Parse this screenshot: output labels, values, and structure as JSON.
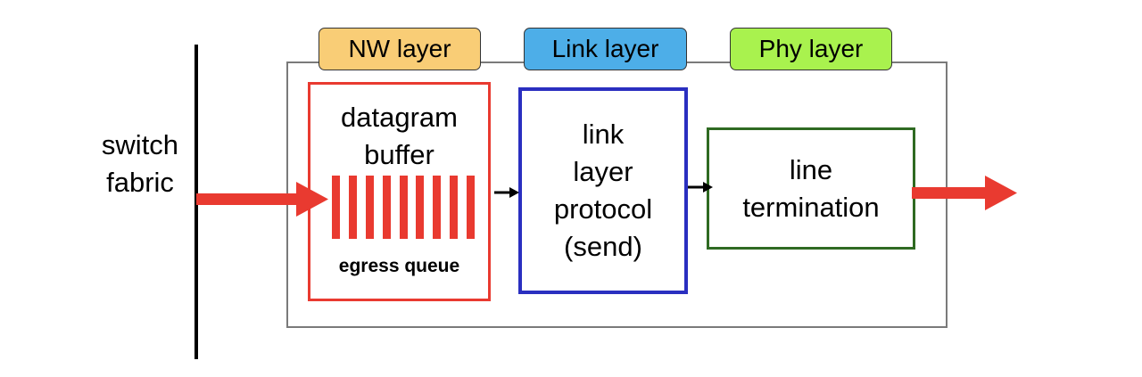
{
  "fabric": {
    "label_line1": "switch",
    "label_line2": "fabric"
  },
  "layers": {
    "nw": {
      "label": "NW layer",
      "color": "#f9cd76"
    },
    "link": {
      "label": "Link layer",
      "color": "#4daee8"
    },
    "phy": {
      "label": "Phy layer",
      "color": "#a9f24e"
    }
  },
  "datagram_buffer": {
    "line1": "datagram",
    "line2": "buffer",
    "queue_label": "egress queue",
    "queue_slots": 9,
    "color": "#e93a30"
  },
  "link_protocol": {
    "line1": "link",
    "line2": "layer",
    "line3": "protocol",
    "line4": "(send)",
    "color": "#2a2fc0"
  },
  "line_termination": {
    "line1": "line",
    "line2": "termination",
    "color": "#2f6a22"
  },
  "flow_arrow_color": "#e93a30"
}
